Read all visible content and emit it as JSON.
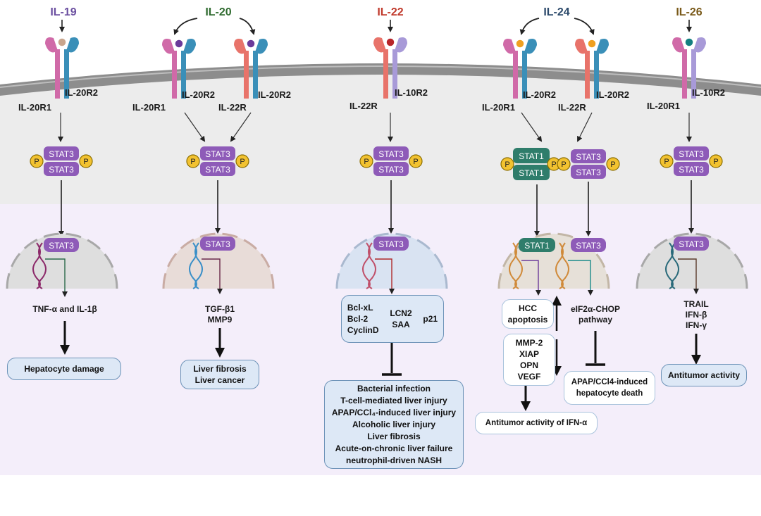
{
  "colors": {
    "il19": "#6b4fa0",
    "il20": "#2f6b2f",
    "il22": "#c0392b",
    "il24": "#2c4a6b",
    "il26": "#7a5a1a",
    "stat3": "#8e5bb8",
    "stat1": "#2f7d6b",
    "phospho": "#f2c230",
    "membrane": "#9a9a9a",
    "cytoplasm": "#eeeeee",
    "nucleus_region": "#f5f0fa"
  },
  "cytokines": [
    "IL-19",
    "IL-20",
    "IL-22",
    "IL-24",
    "IL-26"
  ],
  "receptors": {
    "il19": [
      "IL-20R1",
      "IL-20R2"
    ],
    "il20_a": [
      "IL-20R1",
      "IL-20R2"
    ],
    "il20_b": [
      "IL-22R",
      "IL-20R2"
    ],
    "il22": [
      "IL-22R",
      "IL-10R2"
    ],
    "il24_a": [
      "IL-20R1",
      "IL-20R2"
    ],
    "il24_b": [
      "IL-22R",
      "IL-20R2"
    ],
    "il26": [
      "IL-20R1",
      "IL-10R2"
    ]
  },
  "proteins": {
    "stat3": "STAT3",
    "stat1": "STAT1",
    "p": "P"
  },
  "il19": {
    "targets": "TNF-α and IL-1β",
    "outcome": "Hepatocyte damage"
  },
  "il20": {
    "targets": [
      "TGF-β1",
      "MMP9"
    ],
    "outcome": [
      "Liver fibrosis",
      "Liver cancer"
    ]
  },
  "il22": {
    "targets_col1": [
      "Bcl-xL",
      "Bcl-2",
      "CyclinD"
    ],
    "targets_col2": [
      "LCN2",
      "SAA"
    ],
    "targets_col3": "p21",
    "inhibited": [
      "Bacterial infection",
      "T-cell-mediated liver injury",
      "APAP/CCl₄-induced liver injury",
      "Alcoholic liver injury",
      "Liver fibrosis",
      "Acute-on-chronic liver failure",
      "neutrophil-driven NASH"
    ]
  },
  "il24": {
    "hcc": [
      "HCC",
      "apoptosis"
    ],
    "mmp": [
      "MMP-2",
      "XIAP",
      "OPN",
      "VEGF"
    ],
    "pathway": [
      "eIF2α-CHOP",
      "pathway"
    ],
    "death": [
      "APAP/CCl4-induced",
      "hepatocyte death"
    ],
    "ifn": "Antitumor activity of IFN-α"
  },
  "il26": {
    "targets": [
      "TRAIL",
      "IFN-β",
      "IFN-γ"
    ],
    "outcome": "Antitumor activity"
  }
}
